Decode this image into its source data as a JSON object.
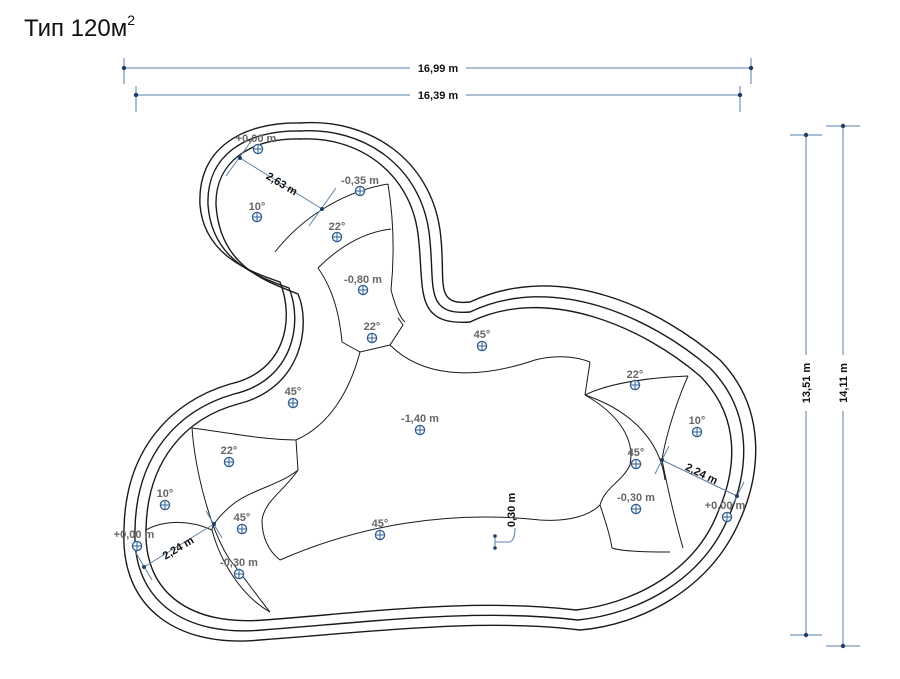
{
  "title": {
    "text": "Тип 120м",
    "sup": "2"
  },
  "dimensions": {
    "width_outer": "16,99 m",
    "width_inner": "16,39 m",
    "height_inner": "13,51 m",
    "height_outer": "14,11 m",
    "radius_top": "2,63 m",
    "step_left": "2,24 m",
    "step_right": "2,24 m",
    "wall": "0,30 m"
  },
  "levels": {
    "top_entry": "+0,00 m",
    "top_step1": "-0,35 m",
    "top_step2": "-0,80 m",
    "floor": "-1,40 m",
    "left_entry": "+0,00 m",
    "left_step": "-0,30 m",
    "right_entry": "+0,00 m",
    "right_step": "-0,30 m"
  },
  "slopes": {
    "top_a": "10°",
    "top_b": "22°",
    "top_c": "22°",
    "left_wall": "45°",
    "center_top": "45°",
    "left_a": "22°",
    "left_b": "10°",
    "left_c": "45°",
    "bottom": "45°",
    "right_a": "22°",
    "right_b": "10°",
    "right_c": "45°"
  }
}
